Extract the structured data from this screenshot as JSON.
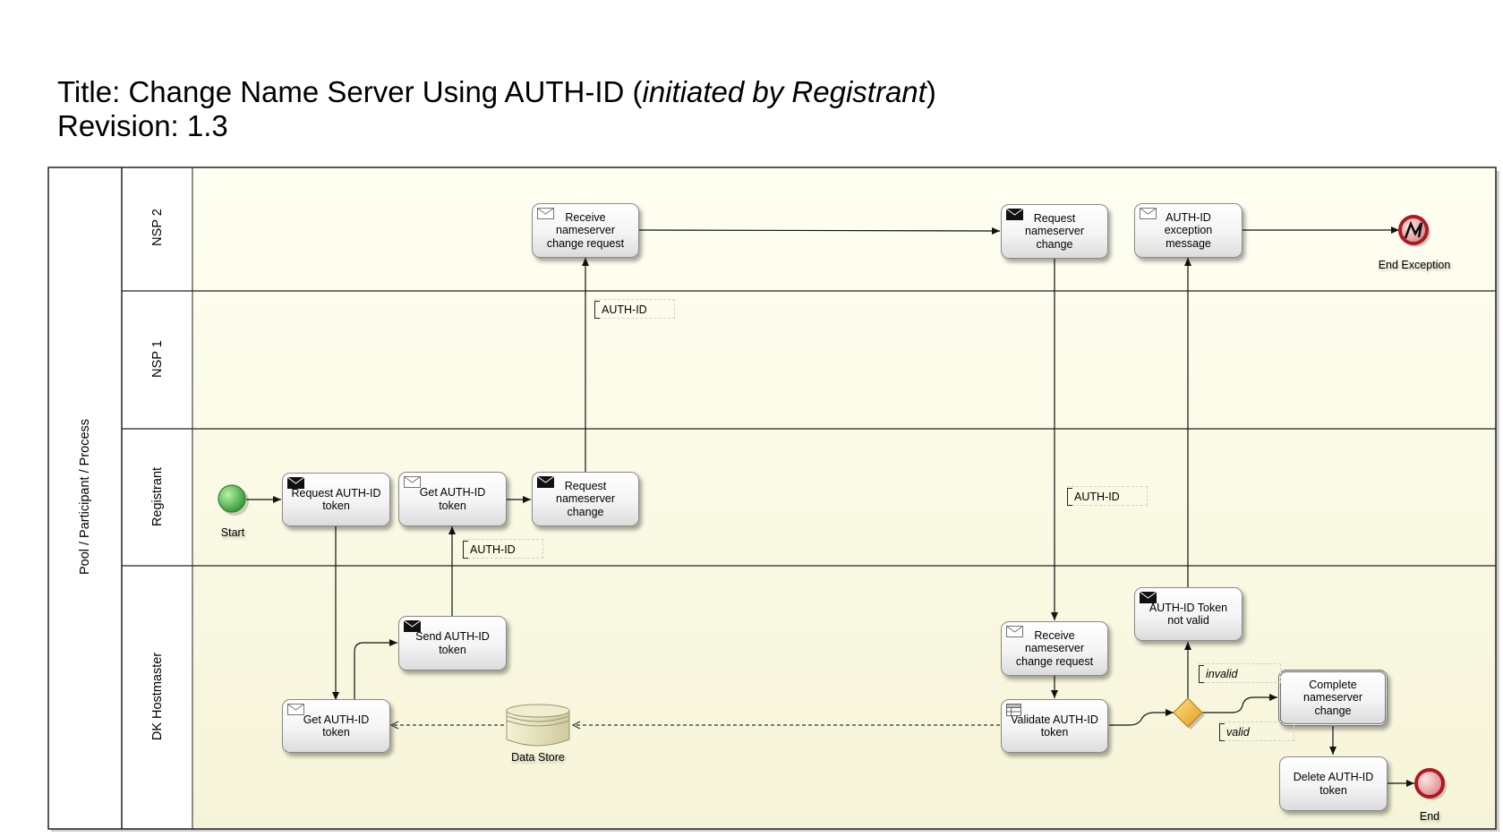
{
  "header": {
    "title_prefix": "Title: Change Name Server Using AUTH-ID (",
    "title_italic": "initiated by Registrant",
    "title_suffix": ")",
    "revision": "Revision: 1.3"
  },
  "pool": {
    "label": "Pool / Participant / Process"
  },
  "lanes": [
    "NSP 2",
    "NSP 1",
    "Registrant",
    "DK Hostmaster"
  ],
  "tasks": {
    "nsp2_receive": "Receive nameserver change request",
    "nsp2_request": "Request nameserver change",
    "nsp2_exception": "AUTH-ID exception message",
    "reg_request_token": "Request AUTH-ID token",
    "reg_get_token": "Get AUTH-ID token",
    "reg_request_change": "Request nameserver change",
    "dk_send_token": "Send AUTH-ID token",
    "dk_get_token": "Get AUTH-ID token",
    "dk_receive": "Receive nameserver change request",
    "dk_validate": "Validate AUTH-ID token",
    "dk_not_valid": "AUTH-ID Token not valid",
    "dk_complete": "Complete nameserver change",
    "dk_delete": "Delete AUTH-ID token"
  },
  "events": {
    "start": "Start",
    "end": "End",
    "end_exception": "End Exception"
  },
  "data_store": "Data Store",
  "annotations": {
    "a1": "AUTH-ID",
    "a2": "AUTH-ID",
    "a3": "AUTH-ID",
    "invalid": "invalid",
    "valid": "valid"
  },
  "colors": {
    "lane_bg_top": "#fffff0",
    "lane_bg_bottom": "#f7f6dc",
    "start_event": "#3fae3f",
    "end_event": "#c8202a",
    "gateway": "#f2b632",
    "data_store": "#e6e2bf"
  }
}
